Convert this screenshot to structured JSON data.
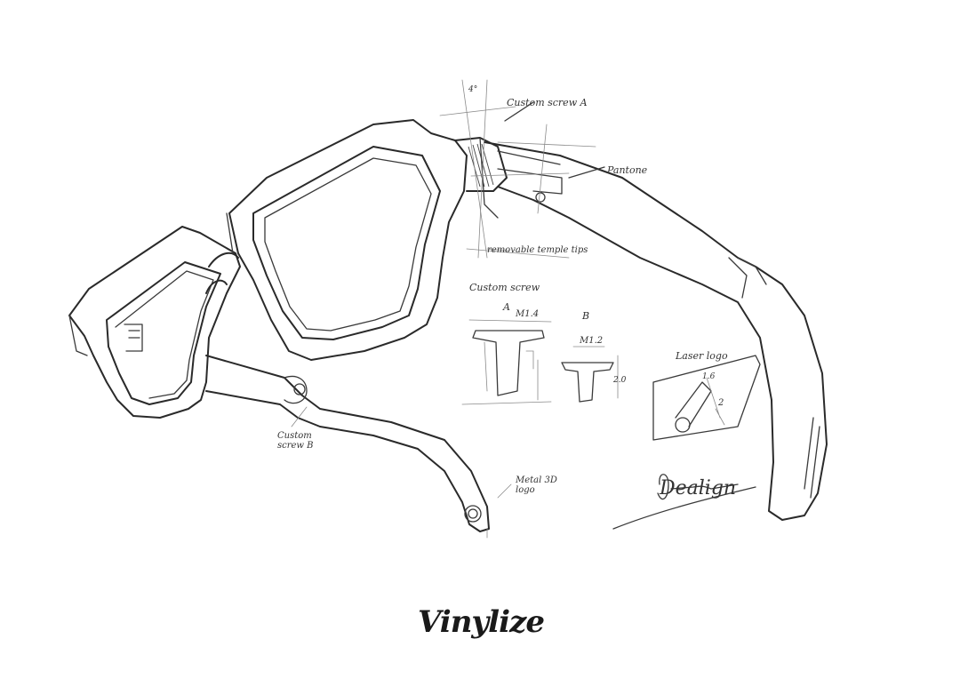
{
  "brand": {
    "logo_text": "Vinylize",
    "logo_icon": "vinylize-script-logo"
  },
  "annotations": {
    "angle": "4°",
    "custom_screw_a": "Custom screw A",
    "pantone": "Pantone",
    "removable_temple": "removable temple tips",
    "custom_screw": "Custom screw",
    "label_a": "A",
    "label_b": "B",
    "m14": "M1.4",
    "m12": "M1.2",
    "dim_20": "2.0",
    "dim_2": "2",
    "laser_logo": "Laser logo",
    "dim_16": "1.6",
    "custom_screw_b": "Custom screw B",
    "metal_logo": "Metal 3D logo",
    "signature": "Dealign"
  },
  "colors": {
    "ink": "#2a2a2a",
    "paper": "#ffffff"
  }
}
